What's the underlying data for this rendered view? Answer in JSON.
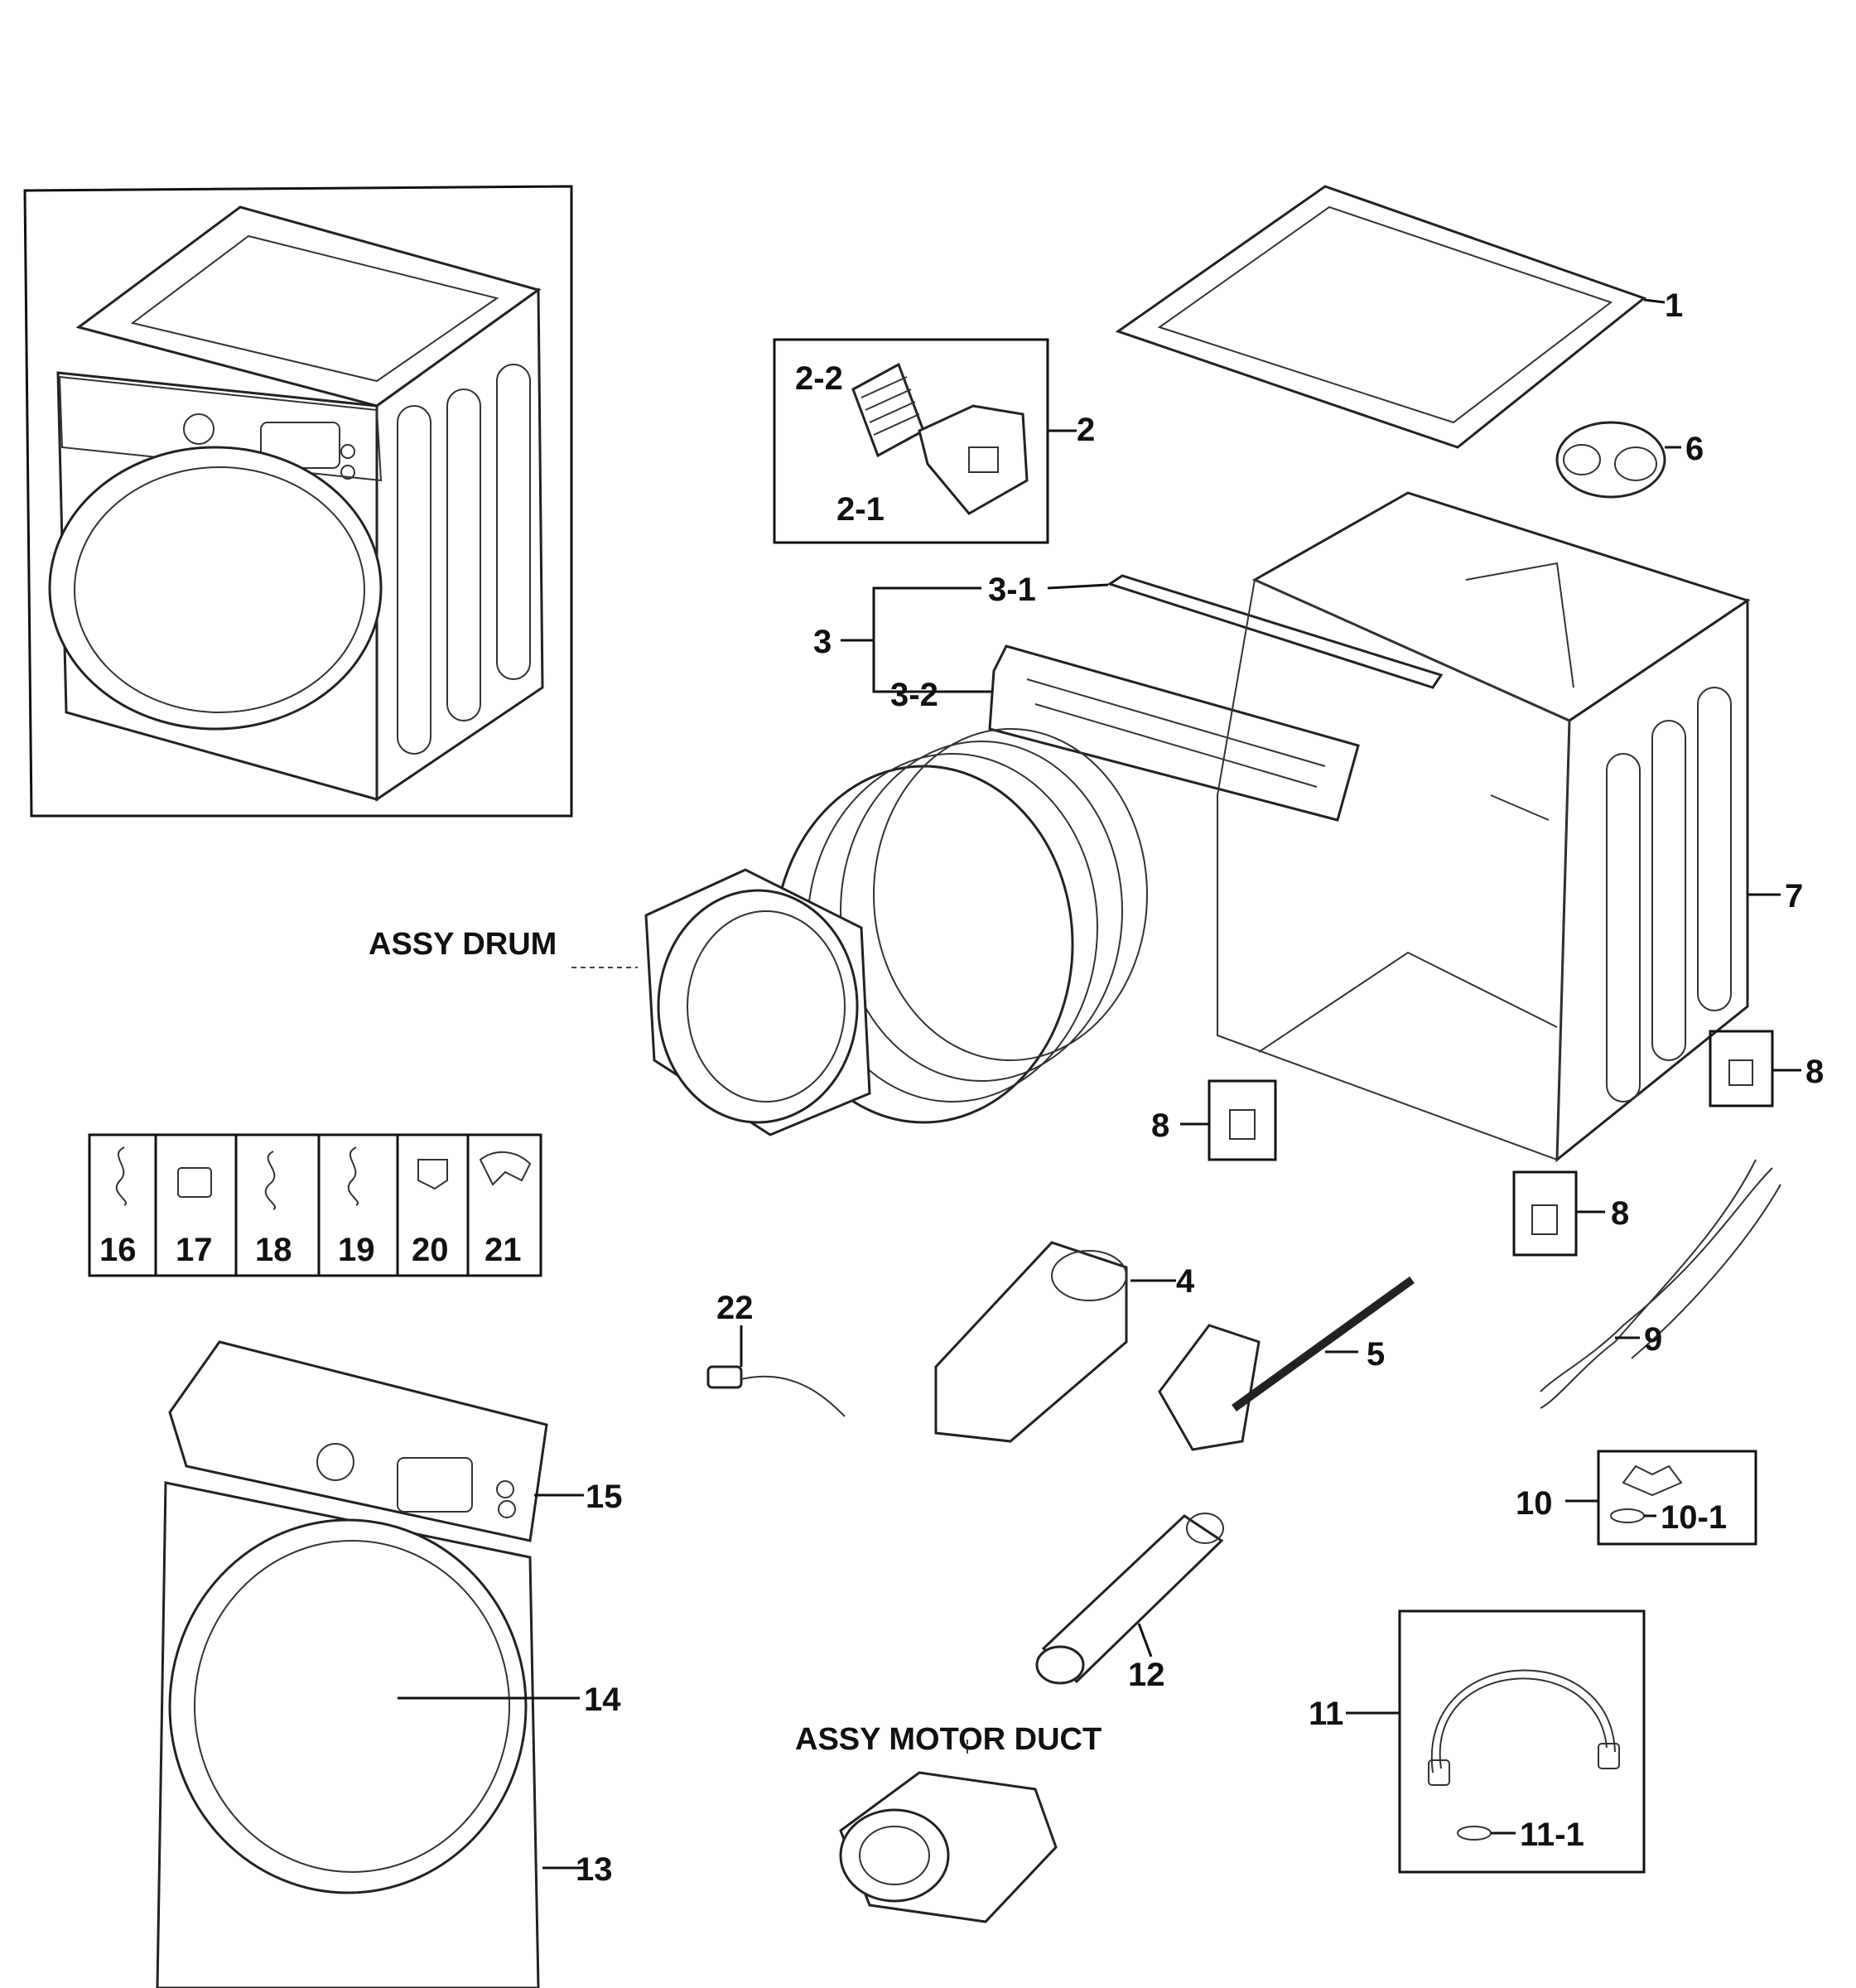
{
  "labels": {
    "p1": "1",
    "p2": "2",
    "p2_1": "2-1",
    "p2_2": "2-2",
    "p3": "3",
    "p3_1": "3-1",
    "p3_2": "3-2",
    "p4": "4",
    "p5": "5",
    "p6": "6",
    "p7": "7",
    "p8a": "8",
    "p8b": "8",
    "p8c": "8",
    "p9": "9",
    "p10": "10",
    "p10_1": "10-1",
    "p11": "11",
    "p11_1": "11-1",
    "p12": "12",
    "p13": "13",
    "p14": "14",
    "p15": "15",
    "p16": "16",
    "p17": "17",
    "p18": "18",
    "p19": "19",
    "p20": "20",
    "p21": "21",
    "p22": "22",
    "assy_drum": "ASSY DRUM",
    "assy_motor_duct": "ASSY MOTOR DUCT"
  }
}
